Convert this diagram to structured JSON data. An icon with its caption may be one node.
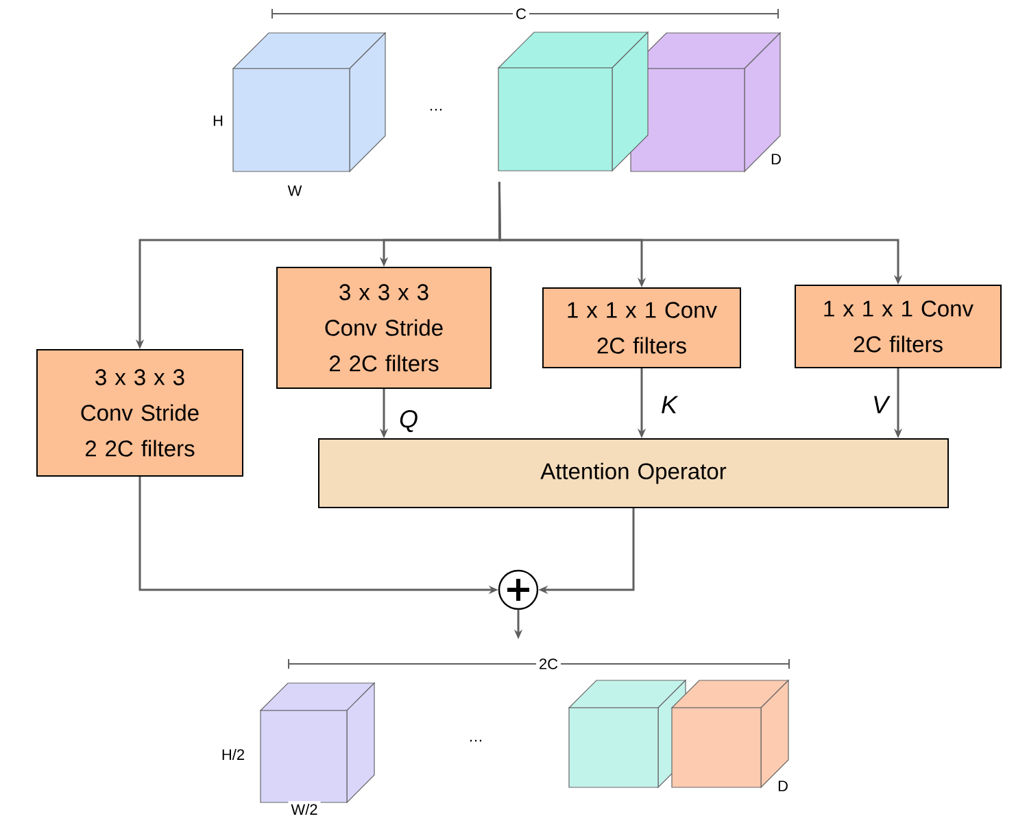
{
  "diagram": {
    "nodes": [
      {
        "text": [],
        "shape": "cube"
      },
      {
        "text": [
          "3 x 3 x 3 Conv Stride 2 2C filters"
        ]
      },
      {
        "text": [
          "3 x 3 x 3 Conv Stride 2 2C filters"
        ]
      },
      {
        "text": [
          "1 x 1 x 1 Conv 2C filters"
        ]
      },
      {
        "text": [
          "1 x 1 x 1 Conv 2C filters"
        ]
      },
      {
        "text": [
          "Attention Operator"
        ]
      },
      {
        "text": [],
        "shape": "circle"
      }
    ],
    "edges": [
      {
        "from": 0,
        "to": 1,
        "arrow": "to"
      },
      {
        "from": 0,
        "to": 2,
        "arrow": "to"
      },
      {
        "from": 0,
        "to": 3,
        "arrow": "to"
      },
      {
        "from": 0,
        "to": 4,
        "arrow": "to"
      },
      {
        "from": 2,
        "to": 5,
        "arrow": "to",
        "label": "Q"
      },
      {
        "from": 3,
        "to": 5,
        "arrow": "to",
        "label": "K"
      },
      {
        "from": 4,
        "to": 5,
        "arrow": "to",
        "label": "V"
      },
      {
        "from": 1,
        "to": 6,
        "arrow": "to"
      },
      {
        "from": 5,
        "to": 6,
        "arrow": "to"
      },
      {
        "from": 6,
        "to": null,
        "arrow": "to"
      }
    ],
    "labels": [
      "C",
      "H",
      "…",
      "D",
      "W",
      "2C",
      "H/2",
      "…",
      "D",
      "W/2"
    ]
  }
}
